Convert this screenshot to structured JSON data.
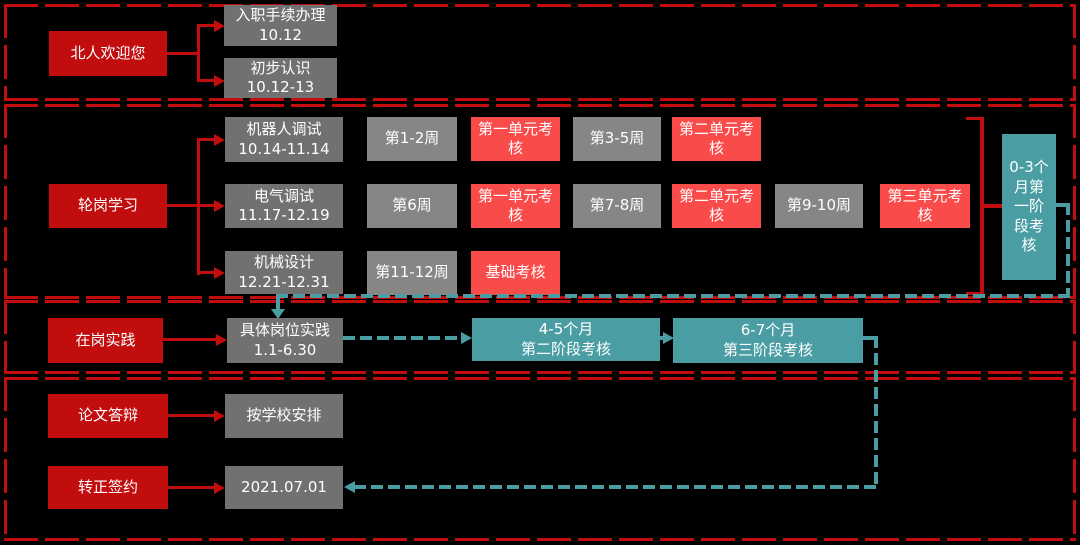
{
  "colors": {
    "background": "#000000",
    "section_border_red": "#c20d0f",
    "milestone_red": "#c20d0f",
    "exam_coral": "#fa4b4b",
    "task_gray": "#717171",
    "week_gray": "#868686",
    "assessment_teal": "#4a9ea3",
    "text": "#ffffff"
  },
  "welcome": {
    "label": "北人欢迎您"
  },
  "onboarding": {
    "line1": "入职手续办理",
    "line2": "10.12"
  },
  "intro": {
    "line1": "初步认识",
    "line2": "10.12-13"
  },
  "rotation": {
    "label": "轮岗学习"
  },
  "robot": {
    "line1": "机器人调试",
    "line2": "10.14-11.14"
  },
  "electric": {
    "line1": "电气调试",
    "line2": "11.17-12.19"
  },
  "mech": {
    "line1": "机械设计",
    "line2": "12.21-12.31"
  },
  "weeks": {
    "w1_2": "第1-2周",
    "unit1_row1": "第一单元考核",
    "w3_5": "第3-5周",
    "unit2_row1": "第二单元考核",
    "w6": "第6周",
    "unit1_row2": "第一单元考核",
    "w7_8": "第7-8周",
    "unit2_row2": "第二单元考核",
    "w9_10": "第9-10周",
    "unit3_row2": "第三单元考核",
    "w11_12": "第11-12周",
    "basic": "基础考核"
  },
  "stage1": {
    "label": "0-3个月第一阶段考核"
  },
  "practice": {
    "label": "在岗实践"
  },
  "job": {
    "line1": "具体岗位实践",
    "line2": "1.1-6.30"
  },
  "stage2": {
    "line1": "4-5个月",
    "line2": "第二阶段考核"
  },
  "stage3": {
    "line1": "6-7个月",
    "line2": "第三阶段考核"
  },
  "thesis": {
    "label": "论文答辩"
  },
  "school": {
    "label": "按学校安排"
  },
  "contract": {
    "label": "转正签约"
  },
  "signdate": {
    "label": "2021.07.01"
  }
}
